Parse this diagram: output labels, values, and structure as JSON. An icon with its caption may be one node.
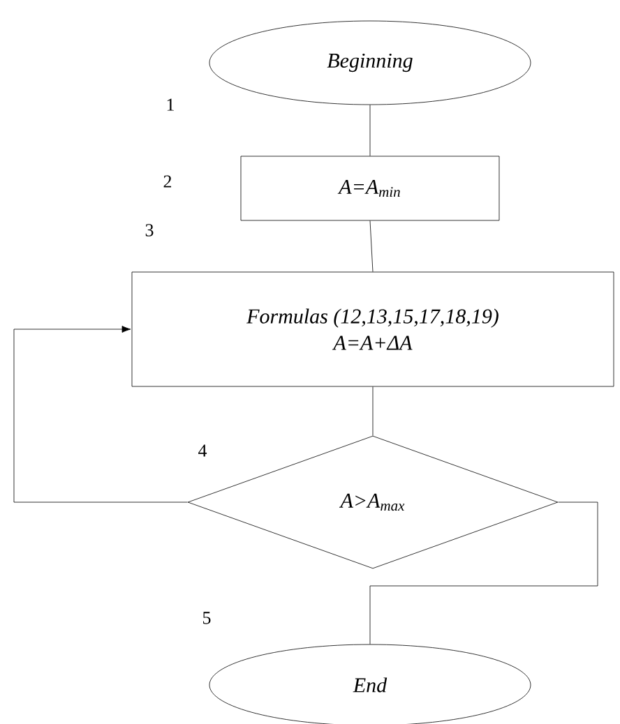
{
  "diagram": {
    "nodes": [
      {
        "text": [
          "Beginning"
        ]
      },
      {
        "text": [
          "A=A$_{min}$"
        ]
      },
      {
        "text": [
          "Formulas (12,13,15,17,18,19)",
          "A=A+ΔA"
        ]
      },
      {
        "text": [
          "A>A$_{max}$"
        ]
      },
      {
        "text": [
          "End"
        ]
      }
    ],
    "edges": [
      {
        "from": 0,
        "to": 1,
        "arrow": "none"
      },
      {
        "from": 1,
        "to": 2,
        "arrow": "none"
      },
      {
        "from": 2,
        "to": 3,
        "arrow": "none"
      },
      {
        "from": 3,
        "to": 2,
        "arrow": "to"
      },
      {
        "from": 3,
        "to": 4,
        "arrow": "none"
      }
    ],
    "labels": [
      "1",
      "2",
      "3",
      "4",
      "5"
    ]
  }
}
